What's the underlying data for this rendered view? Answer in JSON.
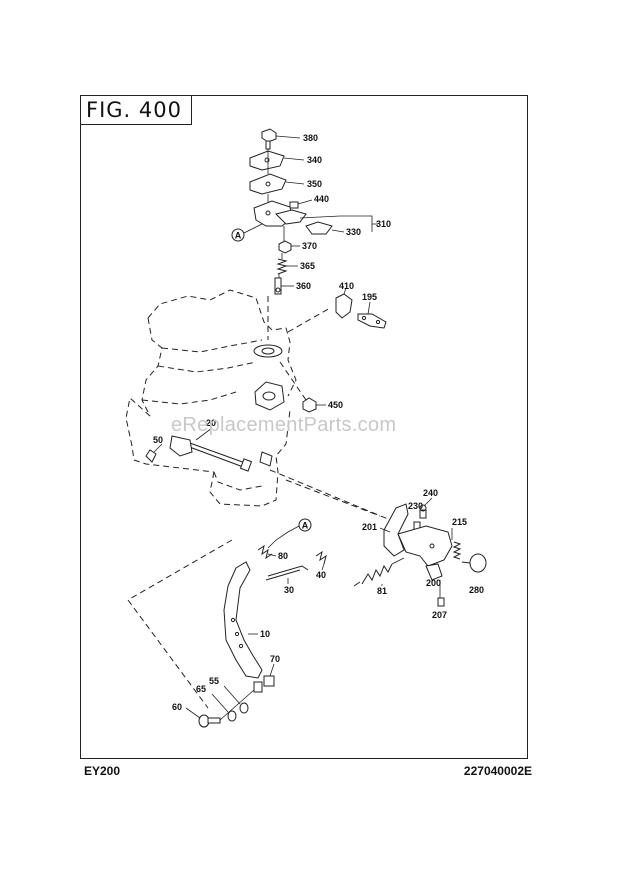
{
  "figure": {
    "title": "FIG. 400"
  },
  "footer": {
    "model": "EY200",
    "drawing_number": "227040002E"
  },
  "watermark": "eReplacementParts.com",
  "callouts": {
    "p380": "380",
    "p340": "340",
    "p350": "350",
    "p440": "440",
    "p310": "310",
    "p330": "330",
    "p370": "370",
    "p365": "365",
    "p360": "360",
    "p410": "410",
    "p195": "195",
    "p450": "450",
    "p20": "20",
    "p50": "50",
    "p240": "240",
    "p230": "230",
    "p201": "201",
    "p215": "215",
    "p80": "80",
    "p40": "40",
    "p30": "30",
    "p81": "81",
    "p200": "200",
    "p280": "280",
    "p207": "207",
    "p10": "10",
    "p70": "70",
    "p55": "55",
    "p65": "65",
    "p60": "60"
  },
  "refs": {
    "a_top": "A",
    "a_bottom": "A"
  }
}
